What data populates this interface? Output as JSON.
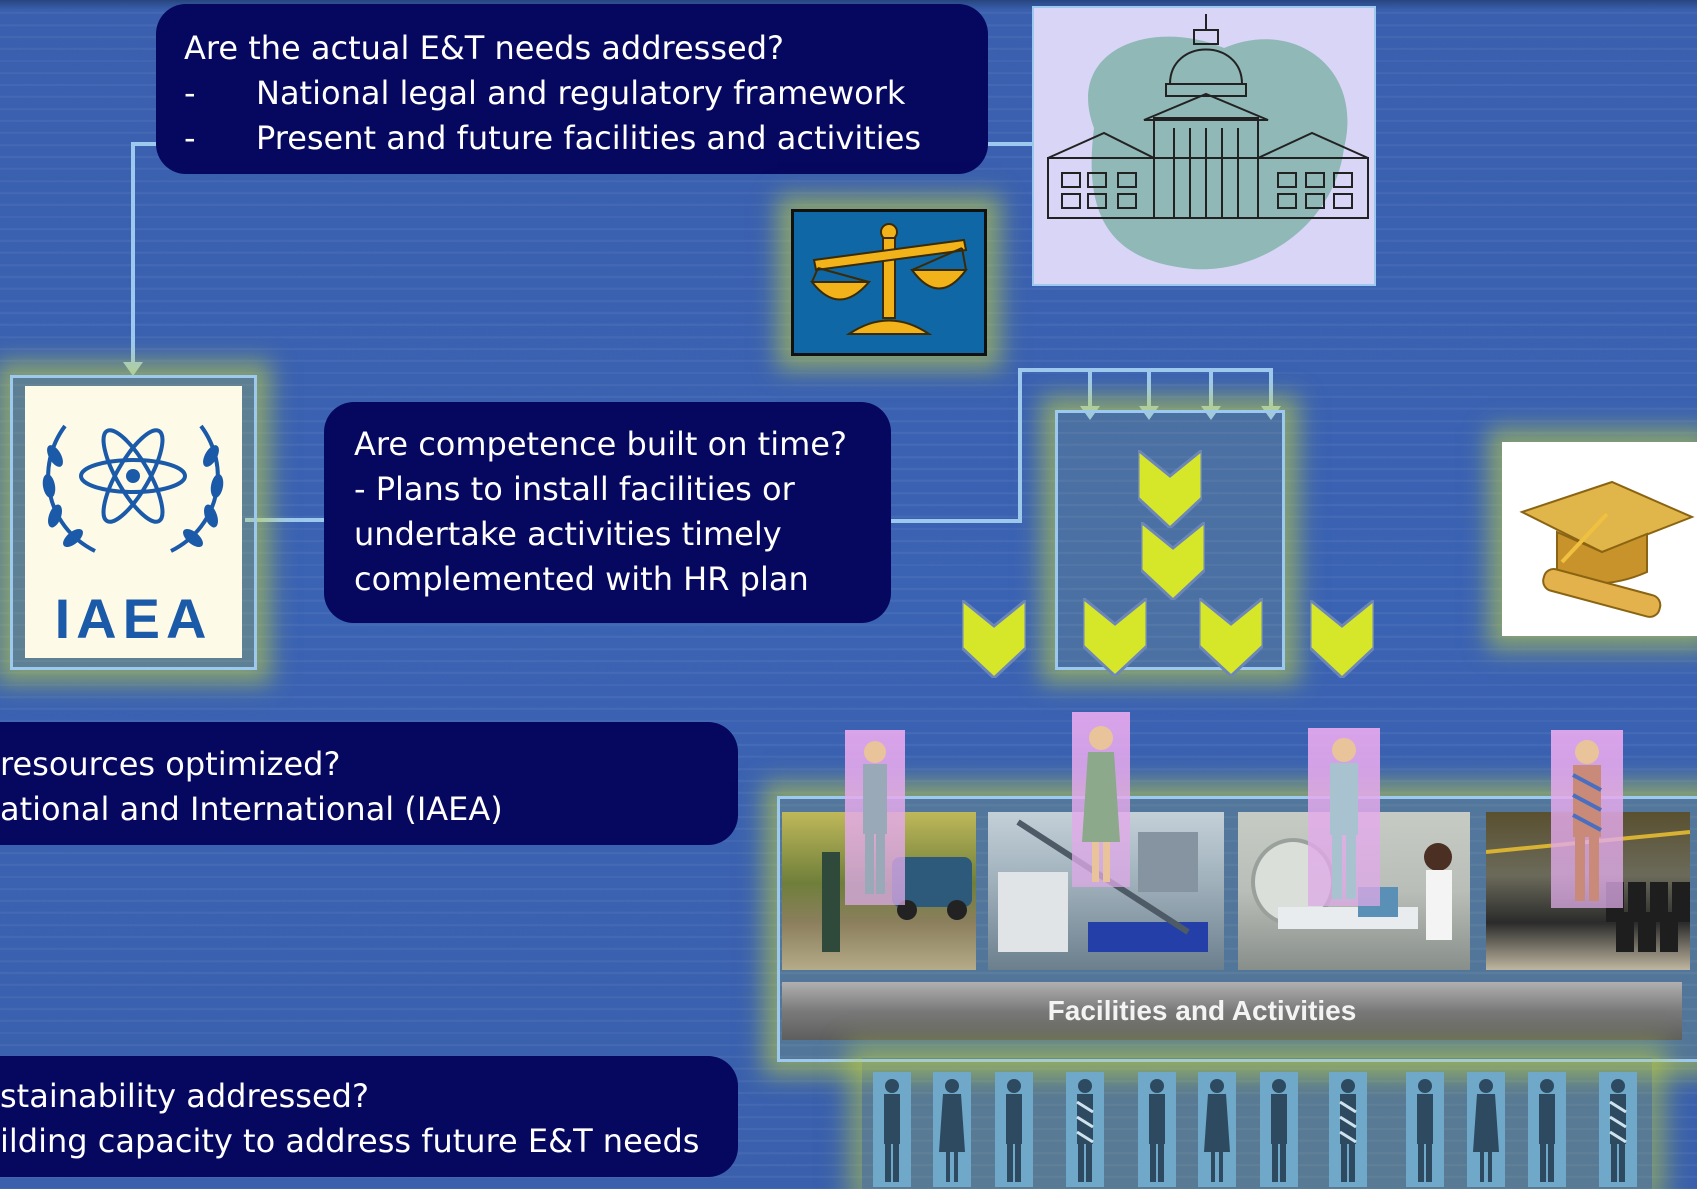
{
  "boxes": {
    "needs": {
      "title": "Are the actual E&T needs addressed?",
      "items": [
        {
          "bullet": "-",
          "text": "National legal and regulatory framework"
        },
        {
          "bullet": "-",
          "text": "Present and future facilities and activities"
        }
      ]
    },
    "competence": {
      "lines": [
        "Are competence built on time?",
        "-  Plans to install facilities or",
        "undertake activities timely",
        "complemented  with HR plan"
      ]
    },
    "resources": {
      "lines": [
        "resources  optimized?",
        "ational and International (IAEA)"
      ]
    },
    "sustainability": {
      "lines": [
        "stainability addressed?",
        "ilding capacity to address future E&T needs"
      ]
    }
  },
  "logo": {
    "text": "IAEA"
  },
  "facilities_label": "Facilities and Activities",
  "icons": [
    "capitol-building-icon",
    "scales-of-justice-icon",
    "graduation-cap-icon",
    "iaea-logo",
    "chevron-down-icon"
  ],
  "colors": {
    "background": "#3a5fae",
    "box": "#06075f",
    "connector": "#9ec9ef",
    "glow": "#c4d63c",
    "chevron": "#d6e628"
  }
}
